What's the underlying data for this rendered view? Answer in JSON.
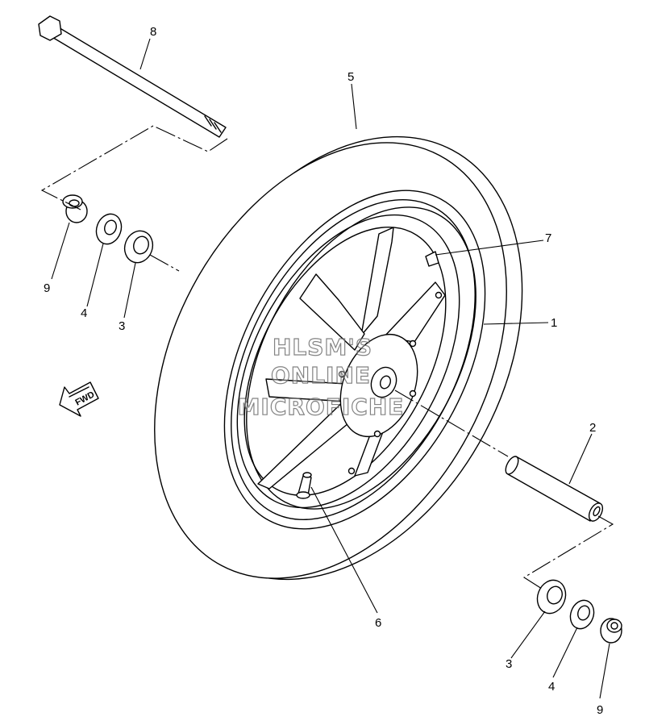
{
  "callouts": {
    "p1": "1",
    "p2": "2",
    "p3a": "3",
    "p3b": "3",
    "p4a": "4",
    "p4b": "4",
    "p5": "5",
    "p6": "6",
    "p7": "7",
    "p8": "8",
    "p9a": "9",
    "p9b": "9"
  },
  "direction_label": "FWD",
  "watermark": {
    "line1": "HLSM'S",
    "line2": "ONLINE",
    "line3": "MICROFICHE"
  }
}
